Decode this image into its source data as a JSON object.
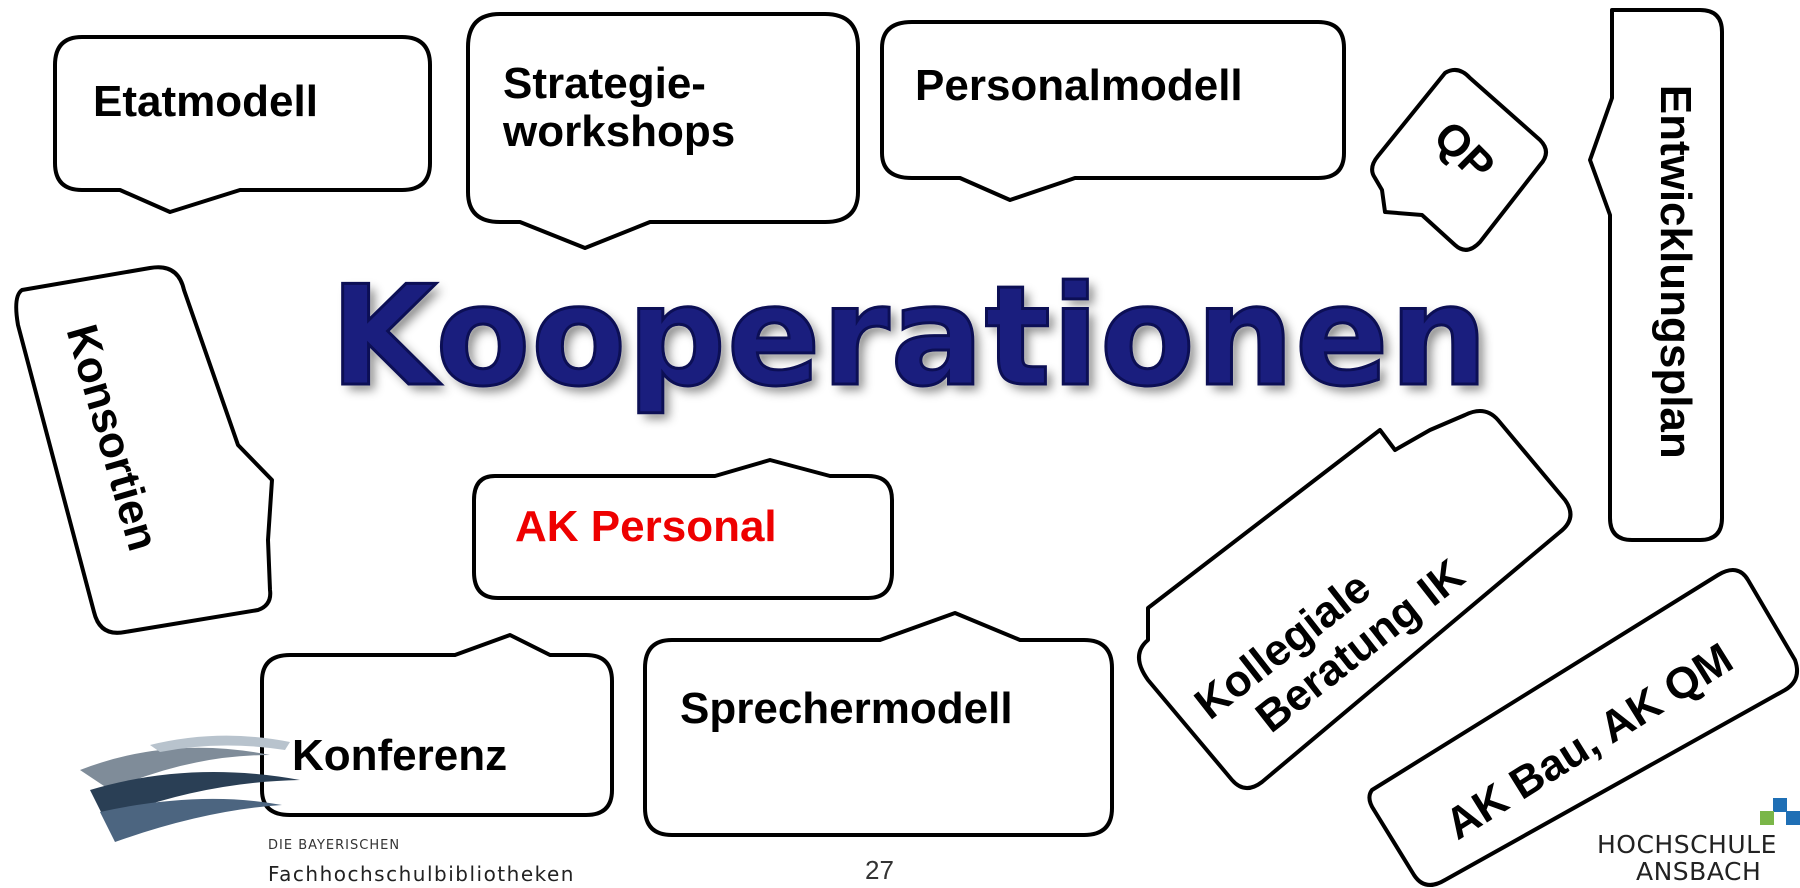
{
  "title": "Kooperationen",
  "bubbles": {
    "etatmodell": "Etatmodell",
    "strategie_line1": "Strategie-",
    "strategie_line2": "workshops",
    "personalmodell": "Personalmodell",
    "qp": "QP",
    "entwicklungsplan": "Entwicklungsplan",
    "konsortien": "Konsortien",
    "ak_personal": "AK Personal",
    "kollegiale_line1": "Kollegiale",
    "kollegiale_line2": "Beratung  IK",
    "konferenz": "Konferenz",
    "sprechermodell": "Sprechermodell",
    "ak_bau_qm": "AK Bau, AK QM"
  },
  "footer": {
    "page_number": "27",
    "logo_line1": "DIE BAYERISCHEN",
    "logo_line2": "Fachhochschulbibliotheken",
    "hs_line1": "HOCHSCHULE",
    "hs_line2": "ANSBACH"
  },
  "colors": {
    "title": "#1a1e7e",
    "highlight_text": "#ee0000",
    "hs_blue": "#1f6fb5",
    "hs_green": "#7ab648"
  }
}
